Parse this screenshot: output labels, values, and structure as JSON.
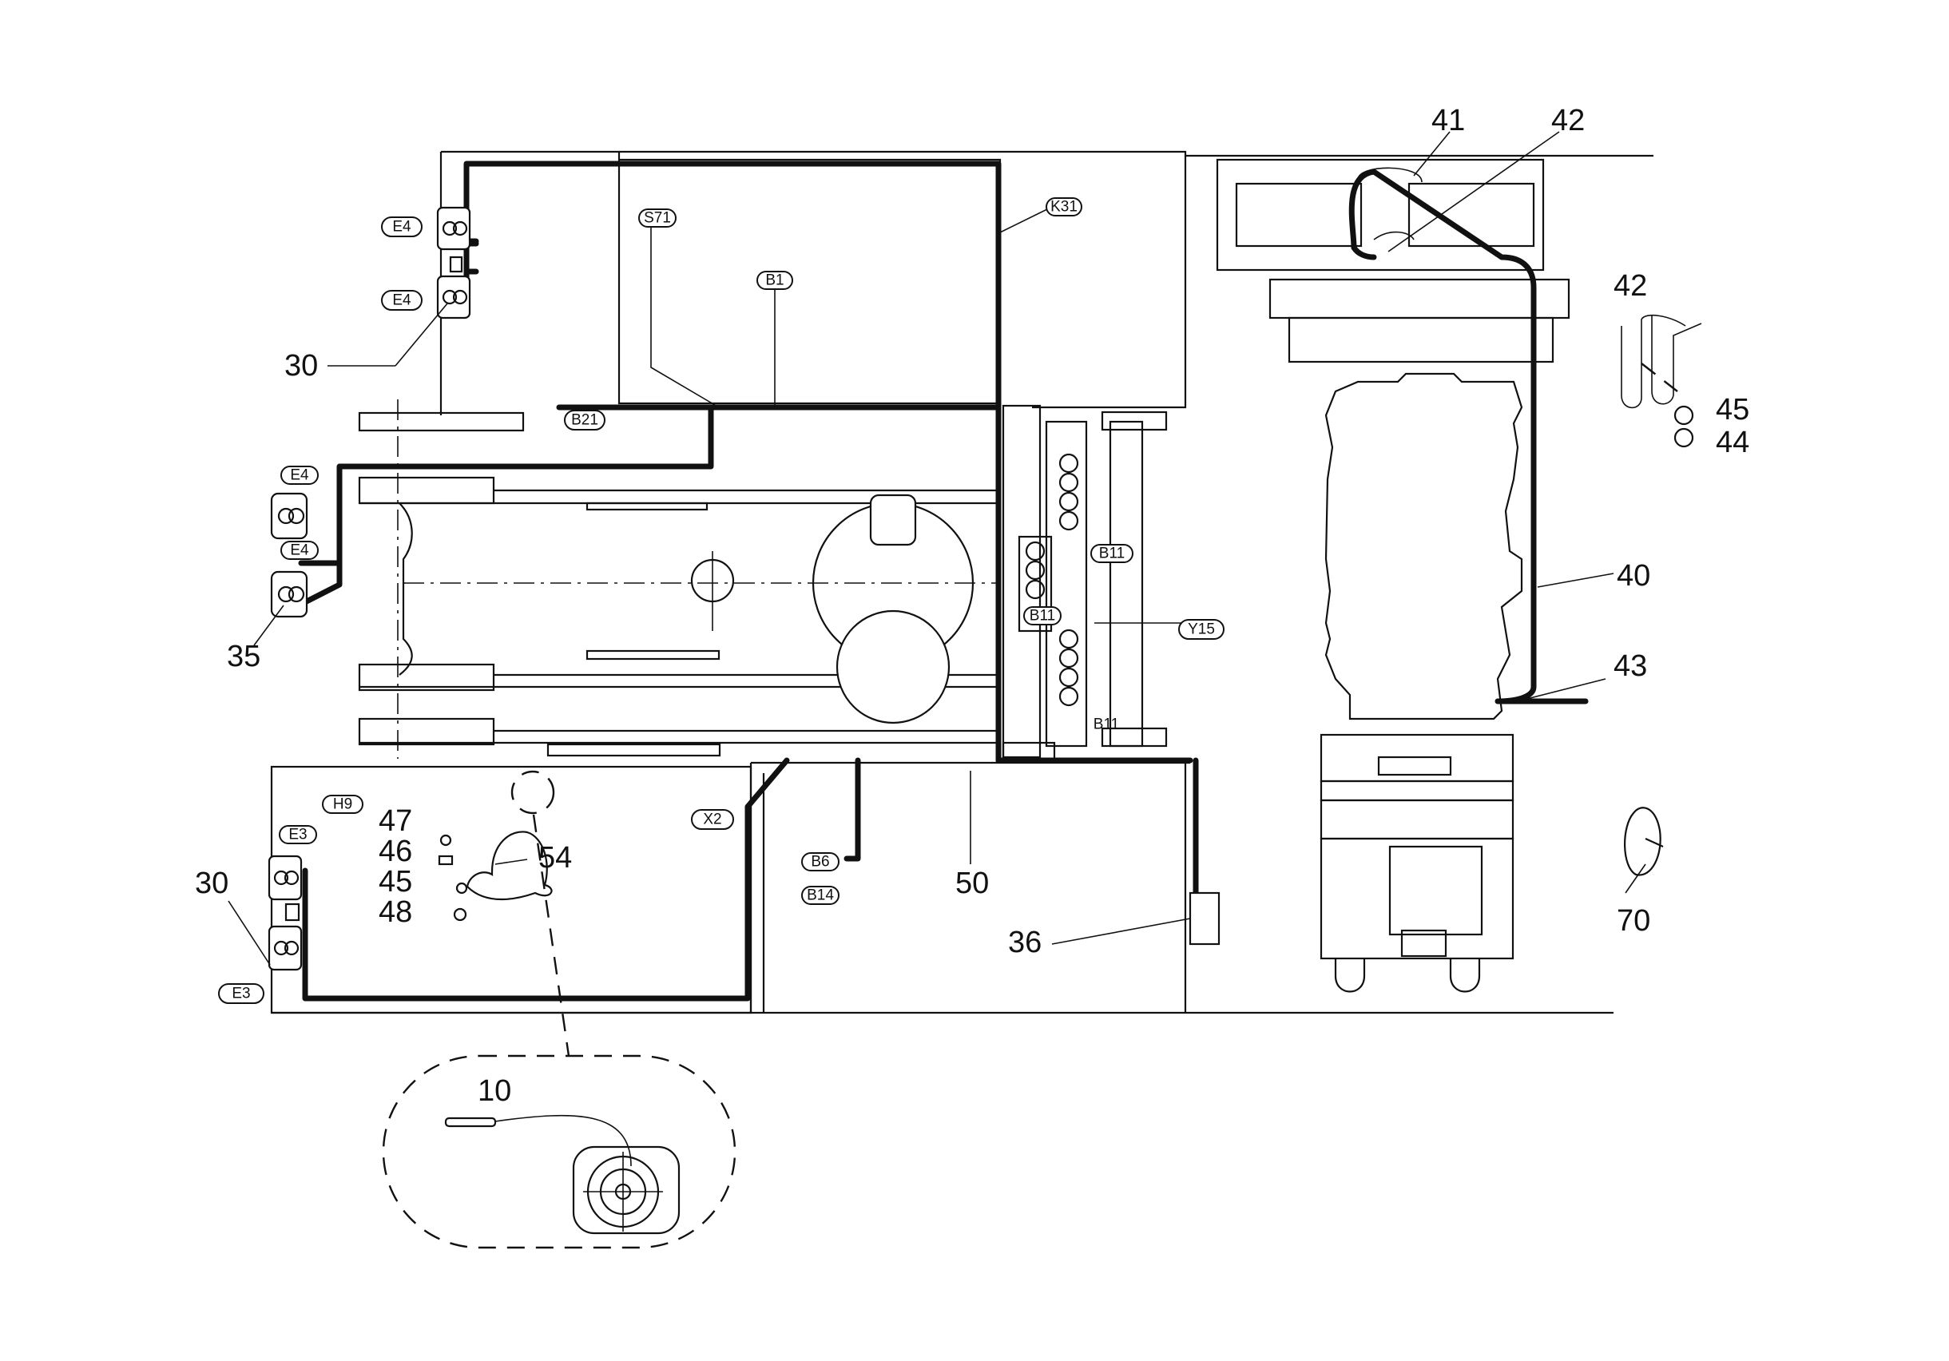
{
  "tags": {
    "e4_a": "E4",
    "e4_b": "E4",
    "e4_c": "E4",
    "e4_d": "E4",
    "s71": "S71",
    "b1": "B1",
    "k31": "K31",
    "b21": "B21",
    "b11_a": "B11",
    "b11_b": "B11",
    "b11_c": "B11",
    "y15": "Y15",
    "h9": "H9",
    "e3_a": "E3",
    "e3_b": "E3",
    "x2": "X2",
    "b6": "B6",
    "b14": "B14"
  },
  "callouts": {
    "n41": "41",
    "n42_top": "42",
    "n42_right": "42",
    "n45_right": "45",
    "n44": "44",
    "n40": "40",
    "n43": "43",
    "n70": "70",
    "n30_top": "30",
    "n35": "35",
    "n30_bottom": "30",
    "n47": "47",
    "n46": "46",
    "n45_left": "45",
    "n48": "48",
    "n54": "54",
    "n50": "50",
    "n36": "36",
    "n10": "10"
  }
}
